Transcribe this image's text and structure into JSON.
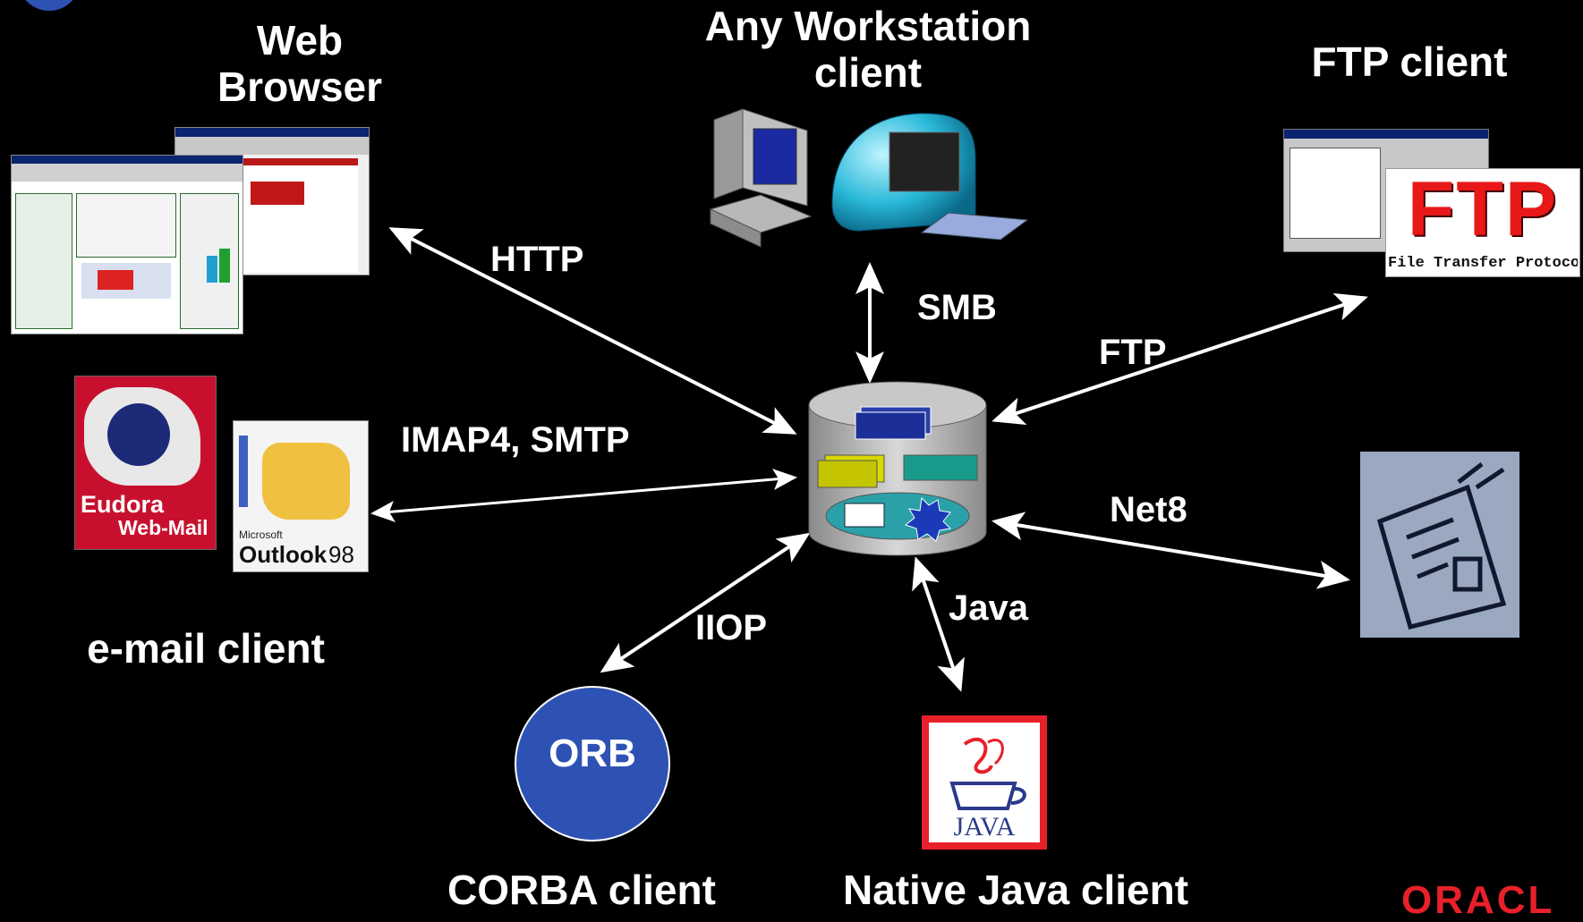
{
  "clients": {
    "web_browser": "Web\nBrowser",
    "workstation": "Any Workstation\nclient",
    "ftp": "FTP client",
    "email": "e-mail client",
    "corba": "CORBA client",
    "java": "Native Java client"
  },
  "protocols": {
    "http": "HTTP",
    "smb": "SMB",
    "ftp": "FTP",
    "imap": "IMAP4, SMTP",
    "net8": "Net8",
    "iiop": "IIOP",
    "java": "Java"
  },
  "orb_label": "ORB",
  "ftp_logo_text": "FTP",
  "ftp_logo_caption": "File Transfer Protocol",
  "eudora_title": "Eudora",
  "eudora_sub": "Web-Mail",
  "outlook_brand": "Microsoft",
  "outlook_title": "Outlook",
  "outlook_version": "98",
  "java_logo_text": "JAVA",
  "oracle_logo": "ORACL",
  "colors": {
    "background": "#000000",
    "arrow": "#ffffff",
    "orb_fill": "#2e52b4",
    "oracle_red": "#e8202a",
    "db_body": "#b4b4b4"
  }
}
